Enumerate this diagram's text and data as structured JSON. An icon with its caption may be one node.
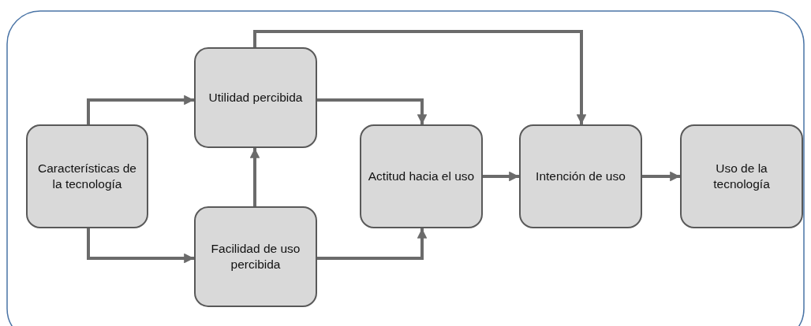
{
  "diagram": {
    "nodes": [
      {
        "text": [
          "Características de la tecnología"
        ]
      },
      {
        "text": [
          "Utilidad percibida"
        ]
      },
      {
        "text": [
          "Facilidad de uso percibida"
        ]
      },
      {
        "text": [
          "Actitud hacia el uso"
        ]
      },
      {
        "text": [
          "Intención de uso"
        ]
      },
      {
        "text": [
          "Uso de la tecnología"
        ]
      }
    ],
    "edges": [
      {
        "from": 0,
        "to": 1,
        "arrow": "to"
      },
      {
        "from": 0,
        "to": 2,
        "arrow": "to"
      },
      {
        "from": 2,
        "to": 1,
        "arrow": "to"
      },
      {
        "from": 1,
        "to": 3,
        "arrow": "to"
      },
      {
        "from": 2,
        "to": 3,
        "arrow": "to"
      },
      {
        "from": 3,
        "to": 4,
        "arrow": "to"
      },
      {
        "from": 4,
        "to": 5,
        "arrow": "to"
      },
      {
        "from": 1,
        "to": 4,
        "arrow": "to"
      }
    ]
  }
}
